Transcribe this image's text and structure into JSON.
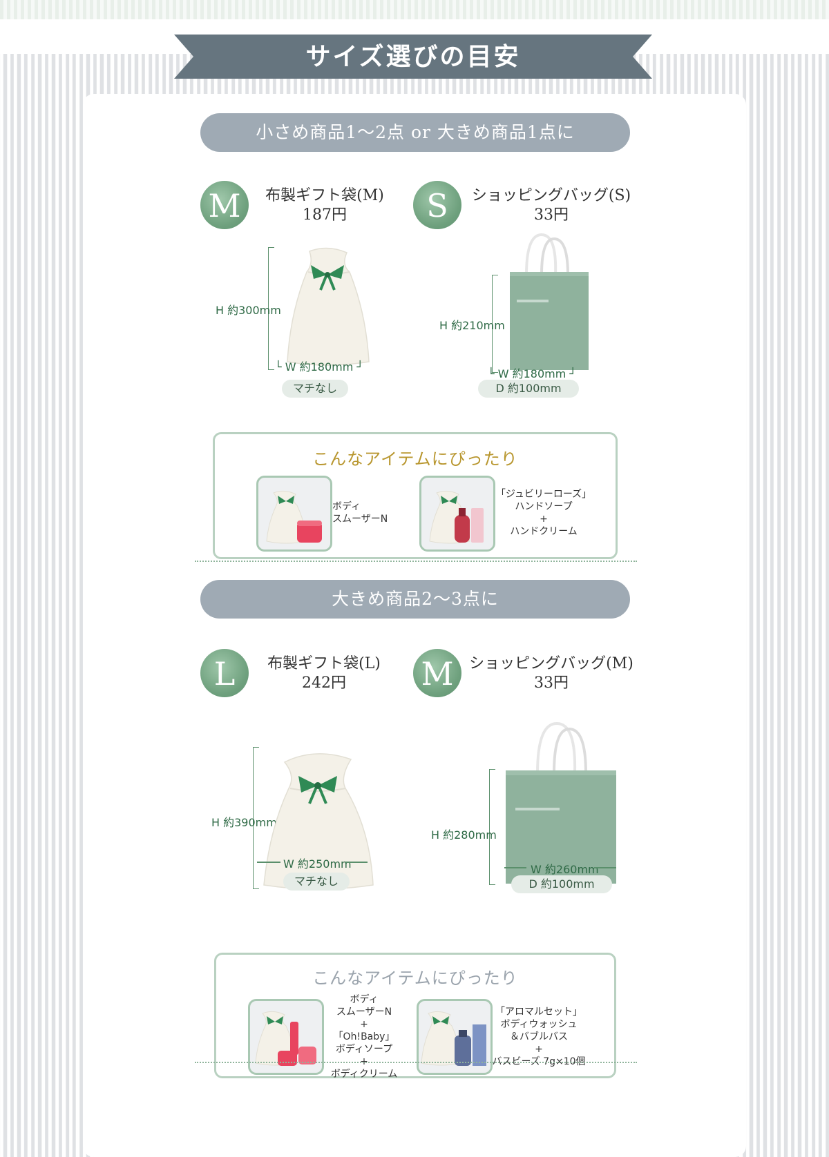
{
  "header": {
    "title": "サイズ選びの目安"
  },
  "sections": [
    {
      "heading": "小さめ商品1〜2点 or 大きめ商品1点に",
      "products": [
        {
          "badge": "M",
          "name": "布製ギフト袋(M)",
          "price": "187円",
          "height_label": "H 約300mm",
          "width_label": "└ W 約180mm ┘",
          "chip": "マチなし"
        },
        {
          "badge": "S",
          "name": "ショッピングバッグ(S)",
          "price": "33円",
          "height_label": "H 約210mm",
          "width_label": "└ W 約180mm ┘",
          "chip": "D 約100mm"
        }
      ],
      "suggest": {
        "title": "こんなアイテムにぴったり",
        "items": [
          {
            "label": "ボディ\nスムーザーN"
          },
          {
            "label": "「ジュビリーローズ」\nハンドソープ\n+\nハンドクリーム"
          }
        ]
      }
    },
    {
      "heading": "大きめ商品2〜3点に",
      "products": [
        {
          "badge": "L",
          "name": "布製ギフト袋(L)",
          "price": "242円",
          "height_label": "H 約390mm",
          "width_label": "W 約250mm",
          "chip": "マチなし"
        },
        {
          "badge": "M",
          "name": "ショッピングバッグ(M)",
          "price": "33円",
          "height_label": "H 約280mm",
          "width_label": "W 約260mm",
          "chip": "D 約100mm"
        }
      ],
      "suggest": {
        "title": "こんなアイテムにぴったり",
        "items": [
          {
            "label": "ボディ\nスムーザーN\n+\n「Oh!Baby」\nボディソープ\n+\nボディクリーム"
          },
          {
            "label": "「アロマルセット」\nボディウォッシュ\n＆バブルバス\n+\nバスビーズ 7g×10個"
          }
        ]
      }
    }
  ],
  "colors": {
    "ribbon": "#66757f",
    "pill": "#9faab4",
    "badge": "#6ea07d",
    "suggest_title_1": "#b8962e",
    "suggest_title_2": "#9aa3ac",
    "dimension_text": "#2f6a46",
    "paper_bag": "#8fb29d"
  },
  "icons": {
    "gift_bag": "white-cloth-gift-bag-with-green-ribbon",
    "shopping_bag": "green-paper-shopping-bag"
  }
}
